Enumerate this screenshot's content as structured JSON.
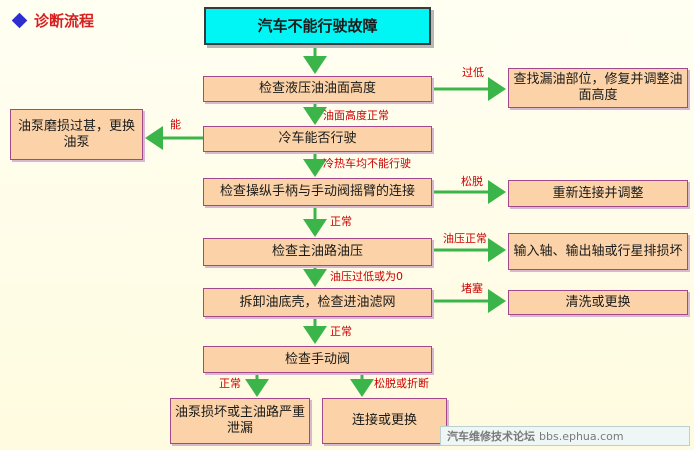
{
  "header": {
    "title": "诊断流程"
  },
  "nodes": {
    "start": "汽车不能行驶故障",
    "check_fluid": "检查液压油油面高度",
    "find_leak": "查找漏油部位，修复并调整油面高度",
    "cold_start": "冷车能否行驶",
    "pump_wear": "油泵磨损过甚，更换油泵",
    "check_linkage": "检查操纵手柄与手动阀摇臂的连接",
    "reconnect": "重新连接并调整",
    "check_main_pressure": "检查主油路油压",
    "shaft_damage": "输入轴、输出轴或行星排损坏",
    "check_filter": "拆卸油底壳，检查进油滤网",
    "clean_replace": "清洗或更换",
    "check_manual_valve": "检查手动阀",
    "pump_leak": "油泵损坏或主油路严重泄漏",
    "connect_replace": "连接或更换"
  },
  "edge_labels": {
    "too_low": "过低",
    "level_normal": "油面高度正常",
    "can": "能",
    "hot_cold_fail": "冷热车均不能行驶",
    "loose": "松脱",
    "normal_1": "正常",
    "pressure_normal": "油压正常",
    "pressure_low": "油压过低或为0",
    "blocked": "堵塞",
    "normal_2": "正常",
    "normal_3": "正常",
    "loose_broken": "松脱或折断"
  },
  "watermark": {
    "site_name": "汽车维修技术论坛",
    "url": "bbs.ephua.com"
  },
  "colors": {
    "arrow": "#3bb54a",
    "label": "#cc0000",
    "title_fill": "#00f5f5",
    "node_fill": "#fcd3a8",
    "node_border": "#a2498c"
  }
}
